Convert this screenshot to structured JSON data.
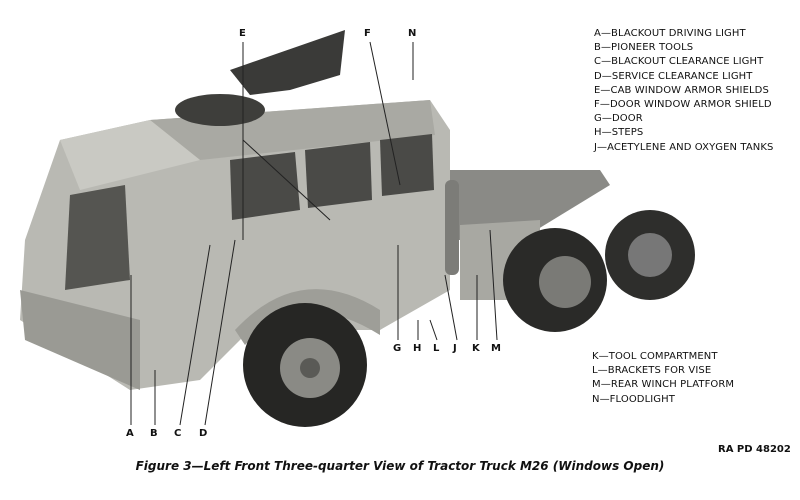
{
  "legend_top": [
    {
      "key": "A",
      "text": "A—BLACKOUT DRIVING LIGHT"
    },
    {
      "key": "B",
      "text": "B—PIONEER TOOLS"
    },
    {
      "key": "C",
      "text": "C—BLACKOUT CLEARANCE LIGHT"
    },
    {
      "key": "D",
      "text": "D—SERVICE CLEARANCE LIGHT"
    },
    {
      "key": "E",
      "text": "E—CAB WINDOW ARMOR SHIELDS"
    },
    {
      "key": "F",
      "text": "F—DOOR WINDOW ARMOR SHIELD"
    },
    {
      "key": "G",
      "text": "G—DOOR"
    },
    {
      "key": "H",
      "text": "H—STEPS"
    },
    {
      "key": "J",
      "text": "J—ACETYLENE AND OXYGEN TANKS"
    }
  ],
  "legend_bottom": [
    {
      "key": "K",
      "text": "K—TOOL COMPARTMENT"
    },
    {
      "key": "L",
      "text": "L—BRACKETS FOR VISE"
    },
    {
      "key": "M",
      "text": "M—REAR WINCH PLATFORM"
    },
    {
      "key": "N",
      "text": "N—FLOODLIGHT"
    }
  ],
  "callouts": {
    "E": "E",
    "F": "F",
    "N": "N",
    "A": "A",
    "B": "B",
    "C": "C",
    "D": "D",
    "G": "G",
    "H": "H",
    "L": "L",
    "J": "J",
    "K": "K",
    "M": "M"
  },
  "reference": "RA PD 48202",
  "caption": "Figure 3—Left Front Three-quarter View of Tractor Truck M26 (Windows Open)"
}
